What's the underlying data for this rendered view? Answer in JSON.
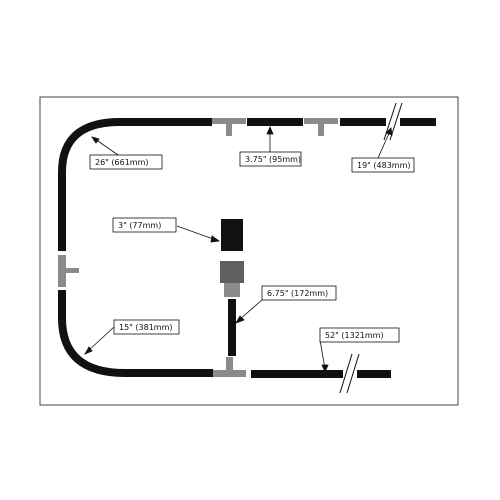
{
  "colors": {
    "pipe": "#111111",
    "fitting": "#8a8a8a",
    "fitting_dark": "#5f5f5f",
    "frame": "#444444",
    "label_box": "#ffffff"
  },
  "icons": [
    "tee-fitting-icon",
    "break-mark-icon",
    "coupler-icon"
  ],
  "labels": {
    "top_curve": "26\" (661mm)",
    "short_top": "3.75\" (95mm)",
    "top_right": "19\" (483mm)",
    "cap_piece": "3\" (77mm)",
    "vertical_piece": "6.75\" (172mm)",
    "bottom_curve": "15\" (381mm)",
    "bottom_right": "52\" (1321mm)"
  }
}
